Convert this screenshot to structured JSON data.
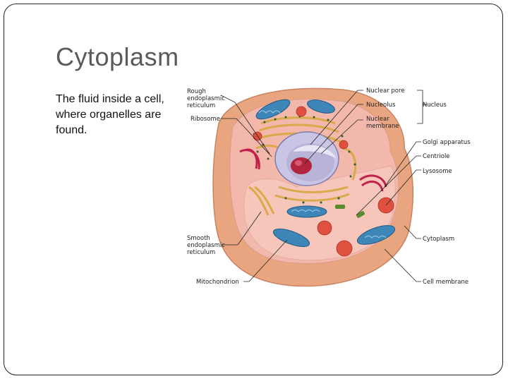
{
  "slide": {
    "title": "Cytoplasm",
    "body": "The fluid inside a cell, where organelles are found."
  },
  "diagram": {
    "labels_left": {
      "rough_er_1": "Rough",
      "rough_er_2": "endoplasmic",
      "rough_er_3": "reticulum",
      "ribosome": "Ribosome",
      "smooth_er_1": "Smooth",
      "smooth_er_2": "endoplasmic",
      "smooth_er_3": "reticulum",
      "mitochondrion": "Mitochondrion"
    },
    "labels_right": {
      "nuclear_pore": "Nuclear pore",
      "nucleolus": "Nucleolus",
      "nuclear_membrane_1": "Nuclear",
      "nuclear_membrane_2": "membrane",
      "nucleus": "Nucleus",
      "golgi": "Golgi apparatus",
      "centriole": "Centriole",
      "lysosome": "Lysosome",
      "cytoplasm": "Cytoplasm",
      "cell_membrane": "Cell membrane"
    },
    "colors": {
      "cell_outer": "#e8a57f",
      "cytoplasm": "#f3b8ac",
      "mitochondria": "#3f86b8",
      "nucleus": "#b8b4d8",
      "nucleolus": "#b3243d",
      "lysosome": "#e0503f",
      "golgi": "#d9a94a"
    }
  }
}
